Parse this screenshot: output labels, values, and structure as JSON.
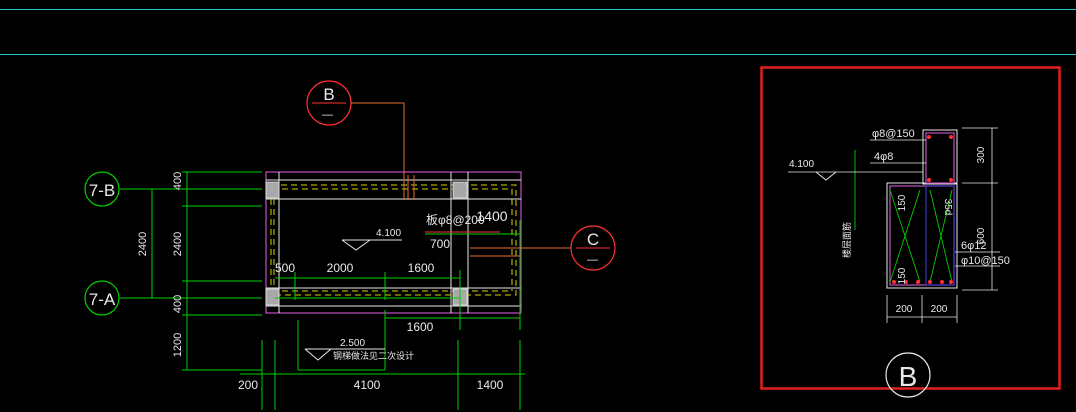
{
  "colors": {
    "background": "#000000",
    "cyan_rule": "#22c4c4",
    "green": "#00d000",
    "white": "#e8e8e8",
    "red": "#ff3030",
    "magenta": "#c050c0",
    "yellow": "#d8d000",
    "column_fill": "#a8a8a8",
    "orange": "#e07030",
    "highlight_box": "#e02020"
  },
  "plan": {
    "axes": {
      "axis_top": "7-B",
      "axis_bottom": "7-A"
    },
    "section_markers": {
      "marker_b": "B",
      "marker_c": "C"
    },
    "dims": {
      "left_total": "2400",
      "left_top": "400",
      "left_mid": "2400",
      "left_bottom": "400",
      "left_extra": "1200",
      "inner_500": "500",
      "inner_2000": "2000",
      "inner_1600_top": "1600",
      "inner_1600_bottom": "1600",
      "inner_700": "700",
      "bottom_200": "200",
      "bottom_4100": "4100",
      "bottom_1400": "1400",
      "right_1400": "1400"
    },
    "levels": {
      "top_level": "4.100",
      "bottom_level": "2.500"
    },
    "notes": {
      "slab_rebar": "板φ8@200",
      "bottom_note": "钢梯做法见二次设计"
    }
  },
  "detail": {
    "title": "B",
    "rebar": {
      "top": "φ8@150",
      "mid": "4φ8",
      "bottom1": "6φ12",
      "bottom2": "φ10@150"
    },
    "level": "4.100",
    "dims": {
      "h_top": "300",
      "h_mid": "600",
      "v_150a": "150",
      "v_150b": "150",
      "w_200a": "200",
      "w_200b": "200",
      "inner": "35d"
    },
    "labels": {
      "beam_side": "楼层面筋"
    }
  }
}
